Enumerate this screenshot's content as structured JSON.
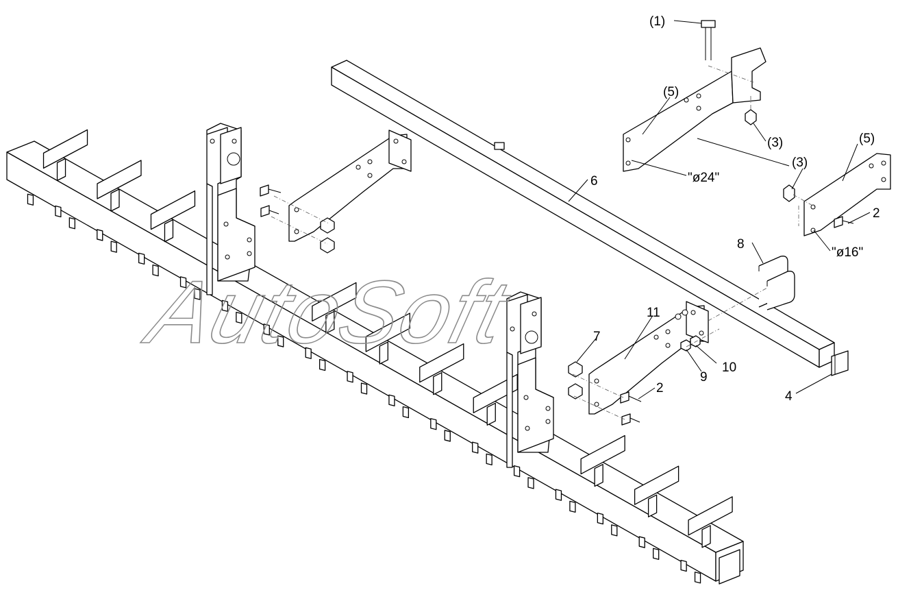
{
  "watermark": "AutoSoft",
  "callouts": {
    "c1": "(1)",
    "c5a": "(5)",
    "c3a": "(3)",
    "d24": "\"ø24\"",
    "c3b": "(3)",
    "c5b": "(5)",
    "c2a": "2",
    "d16": "\"ø16\"",
    "c6": "6",
    "c8": "8",
    "c11": "11",
    "c7": "7",
    "c10": "10",
    "c9": "9",
    "c2b": "2",
    "c4": "4"
  }
}
